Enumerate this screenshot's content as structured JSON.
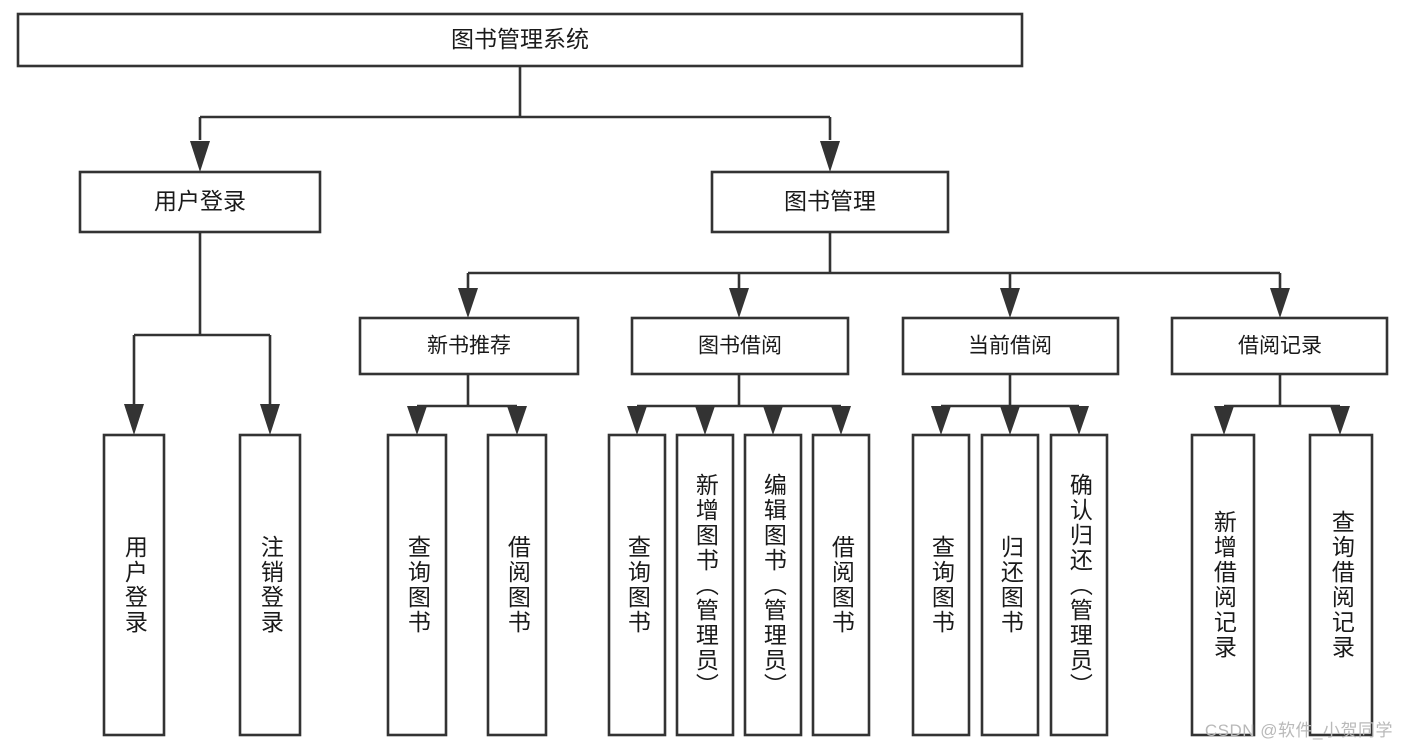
{
  "diagram": {
    "type": "tree-hierarchy",
    "title": "图书管理系统",
    "root": {
      "label": "图书管理系统"
    },
    "level1": [
      {
        "label": "用户登录"
      },
      {
        "label": "图书管理"
      }
    ],
    "level2": [
      {
        "label": "新书推荐",
        "parent": "图书管理"
      },
      {
        "label": "图书借阅",
        "parent": "图书管理"
      },
      {
        "label": "当前借阅",
        "parent": "图书管理"
      },
      {
        "label": "借阅记录",
        "parent": "图书管理"
      }
    ],
    "leaves": {
      "user_login": [
        {
          "label": "用户登录"
        },
        {
          "label": "注销登录"
        }
      ],
      "new_book_recommend": [
        {
          "label": "查询图书"
        },
        {
          "label": "借阅图书"
        }
      ],
      "book_borrow": [
        {
          "label": "查询图书"
        },
        {
          "label": "新增图书（管理员）"
        },
        {
          "label": "编辑图书（管理员）"
        },
        {
          "label": "借阅图书"
        }
      ],
      "current_borrow": [
        {
          "label": "查询图书"
        },
        {
          "label": "归还图书"
        },
        {
          "label": "确认归还（管理员）"
        }
      ],
      "borrow_records": [
        {
          "label": "新增借阅记录"
        },
        {
          "label": "查询借阅记录"
        }
      ]
    },
    "watermark": "CSDN @软件_小贺同学",
    "colors": {
      "stroke": "#333333",
      "fill": "#ffffff",
      "text": "#1a1a1a",
      "watermark": "#b9b9b9",
      "background": "#ffffff"
    }
  }
}
